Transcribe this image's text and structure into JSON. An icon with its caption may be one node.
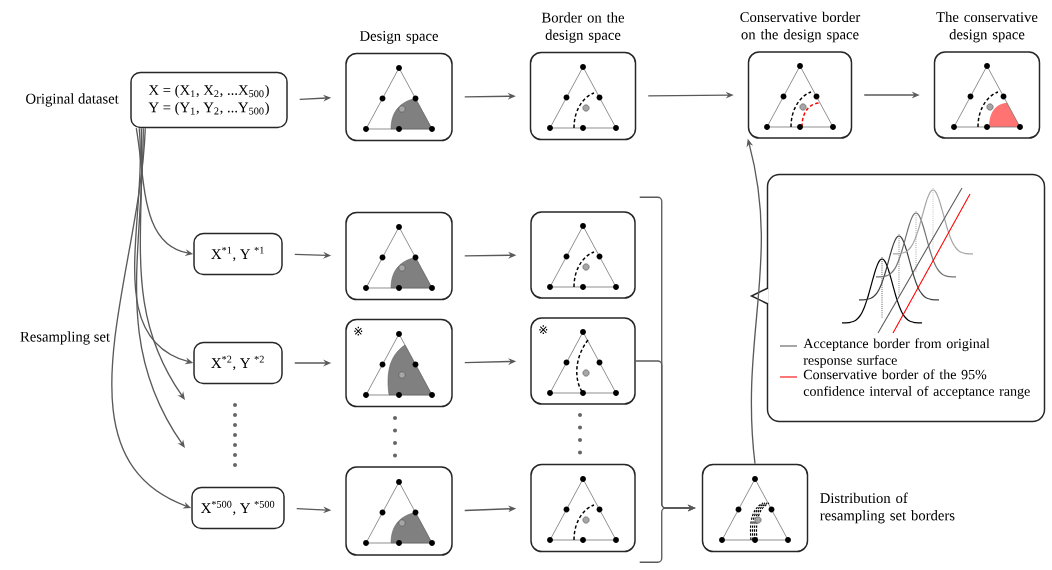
{
  "diagram": {
    "nodes": [
      {
        "text": [
          "X = (X$_{1}$, X$_{2}$, ...X$_{500}$)",
          "Y = (Y$_{1}$, Y$_{2}$, ...Y$_{500}$)"
        ],
        "beside": [
          "Original dataset"
        ]
      },
      {
        "text": [
          "Design space"
        ]
      },
      {
        "text": [
          "Border on the design space"
        ]
      },
      {
        "text": [
          "Conservative border on the design space"
        ]
      },
      {
        "text": [
          "The conservative design space"
        ]
      },
      {
        "text": [
          "X$^{*1}$, Y $^{*1}$"
        ]
      },
      {
        "text": [
          "X$^{*2}$, Y $^{*2}$"
        ]
      },
      {
        "text": [
          "X$^{*500}$, Y $^{*500}$"
        ]
      },
      {
        "text": [],
        "shape": "picture"
      },
      {
        "text": [
          "※"
        ]
      },
      {
        "text": [],
        "shape": "picture"
      },
      {
        "text": [],
        "shape": "picture"
      },
      {
        "text": [
          "※"
        ]
      },
      {
        "text": [],
        "shape": "picture"
      },
      {
        "text": [],
        "shape": "picture",
        "beside": [
          "Distribution of resampling set borders"
        ]
      },
      {
        "text": [],
        "shape": "box"
      }
    ],
    "edges": [
      {
        "from": 0,
        "to": 1,
        "arrow": "to"
      },
      {
        "from": 1,
        "to": 2,
        "arrow": "to"
      },
      {
        "from": 2,
        "to": 3,
        "arrow": "to"
      },
      {
        "from": 3,
        "to": 4,
        "arrow": "to"
      },
      {
        "from": 0,
        "to": 5,
        "arrow": "to"
      },
      {
        "from": 0,
        "to": 6,
        "arrow": "to"
      },
      {
        "from": 0,
        "to": null,
        "arrow": "to"
      },
      {
        "from": 0,
        "to": null,
        "arrow": "to"
      },
      {
        "from": 0,
        "to": 7,
        "arrow": "to"
      },
      {
        "from": 5,
        "to": 8,
        "arrow": "to"
      },
      {
        "from": 6,
        "to": 9,
        "arrow": "to"
      },
      {
        "from": 7,
        "to": 10,
        "arrow": "to"
      },
      {
        "from": 8,
        "to": 11,
        "arrow": "to"
      },
      {
        "from": 9,
        "to": 12,
        "arrow": "to"
      },
      {
        "from": 10,
        "to": 13,
        "arrow": "to"
      },
      {
        "from": 11,
        "to": 14,
        "arrow": "to"
      },
      {
        "from": 12,
        "to": 14,
        "arrow": "to"
      },
      {
        "from": 13,
        "to": 14,
        "arrow": "to"
      },
      {
        "from": 14,
        "to": 3,
        "arrow": "to"
      }
    ],
    "labels": [
      "Resampling set"
    ],
    "legend": [
      {
        "text": "Acceptance border from original response surface"
      },
      {
        "text": "Conservative border of the 95% confidence interval of acceptance range"
      }
    ]
  }
}
